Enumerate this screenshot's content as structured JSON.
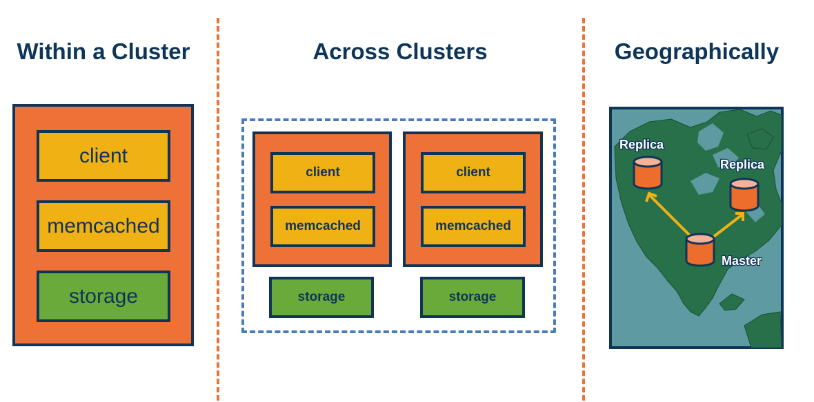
{
  "columns": {
    "within": {
      "title": "Within a Cluster",
      "client": "client",
      "memcached": "memcached",
      "storage": "storage"
    },
    "across": {
      "title": "Across Clusters",
      "cluster_a": {
        "client": "client",
        "memcached": "memcached",
        "storage": "storage"
      },
      "cluster_b": {
        "client": "client",
        "memcached": "memcached",
        "storage": "storage"
      }
    },
    "geo": {
      "title": "Geographically",
      "replica_west": "Replica",
      "replica_east": "Replica",
      "master": "Master"
    }
  },
  "colors": {
    "navy": "#0e3558",
    "orange": "#ee7137",
    "yellow": "#f0b114",
    "green": "#6aaa3a",
    "dashed_blue": "#4a7bbd",
    "ocean": "#5d9aa1",
    "land": "#27704a",
    "arrow": "#f0b114"
  },
  "icons": {
    "database": "database-cylinder-icon",
    "arrow": "replication-arrow"
  }
}
